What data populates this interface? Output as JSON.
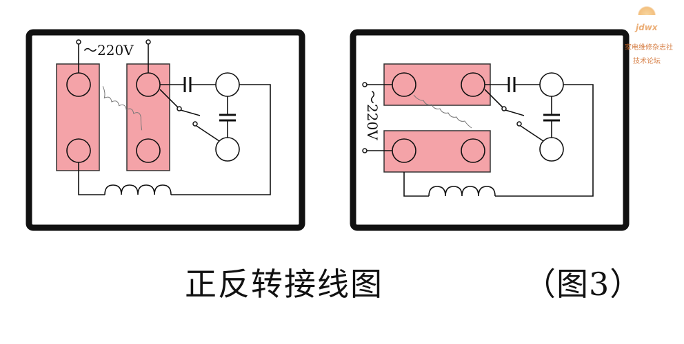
{
  "left_panel": {
    "voltage_label": "～220V"
  },
  "right_panel": {
    "voltage_label": "～220V"
  },
  "caption": {
    "title": "正反转接线图",
    "figure": "（图3）"
  },
  "watermark": {
    "logo": "jdwx",
    "line1": "家电维修杂志社",
    "line2": "技术论坛"
  },
  "colors": {
    "terminal_block_fill": "#f4a3a8",
    "stroke": "#111111",
    "frame": "#111111"
  }
}
